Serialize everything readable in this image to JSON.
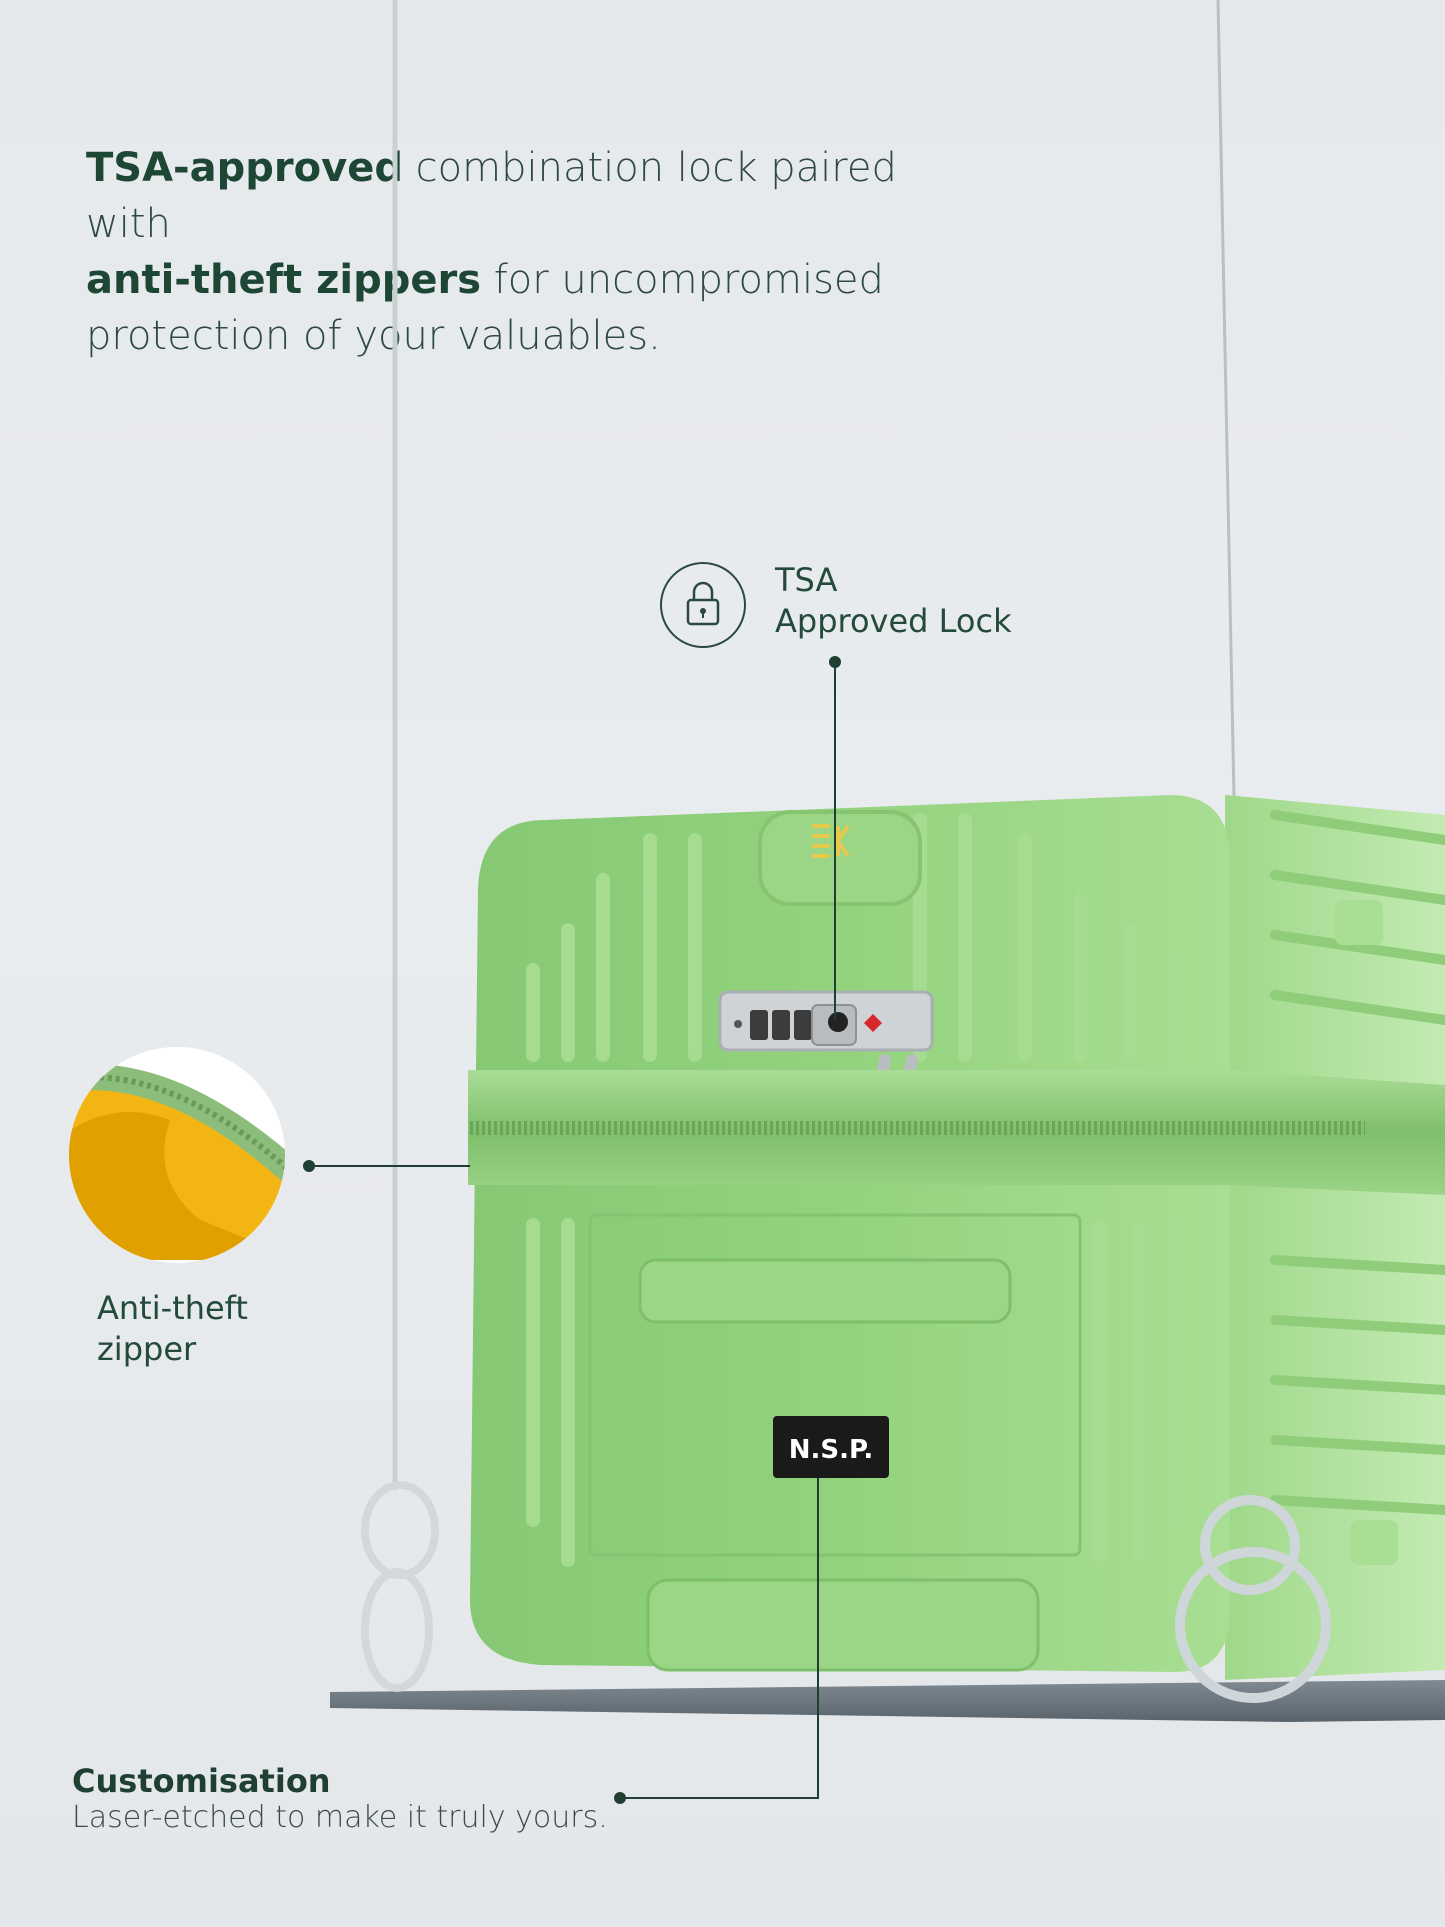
{
  "headline": {
    "bold1": "TSA-approved",
    "text1": " combination lock paired with",
    "bold2": "anti-theft zippers",
    "text2": " for uncompromised",
    "text3": "protection of your valuables."
  },
  "callouts": {
    "tsa": {
      "line1": "TSA",
      "line2": "Approved Lock"
    },
    "zipper": {
      "line1": "Anti-theft",
      "line2": "zipper"
    },
    "customisation": {
      "title": "Customisation",
      "subtitle": "Laser-etched to make it truly yours."
    }
  },
  "nameplate": {
    "text": "N.S.P."
  },
  "colors": {
    "suitcase_green": "#8fd07a",
    "suitcase_dark": "#6cad5c",
    "accent_text": "#1e4634",
    "zipper_yellow": "#f2b705"
  }
}
